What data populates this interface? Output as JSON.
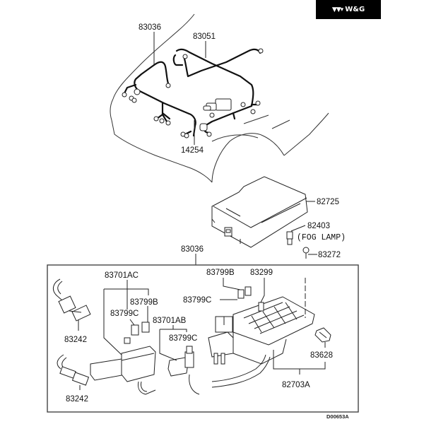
{
  "brand": {
    "name": "W&G",
    "mark": "▼▼▾"
  },
  "diagram": {
    "title": "Fuse box / wiring harness exploded parts diagram",
    "labels": {
      "harness_front": "83036",
      "harness_engine": "83051",
      "harness_clip": "14254",
      "fuse_box_cover": "82725",
      "fog_lamp_fuse": "82403",
      "fog_lamp_note": "(FOG LAMP)",
      "bolt": "83272",
      "harness_box": "83036",
      "relay_block_ac": "83701AC",
      "fuse_b_left": "83799B",
      "fuse_c_left": "83799C",
      "relay_block_ab": "83701AB",
      "fuse_c_mid": "83799C",
      "connector_upper": "83242",
      "connector_lower": "83242",
      "fuse_b_right": "83799B",
      "fuse_83299": "83299",
      "fuse_c_right": "83799C",
      "clip_83628": "83628",
      "relay_box": "82703A"
    },
    "drawing_code": "D00653A"
  }
}
